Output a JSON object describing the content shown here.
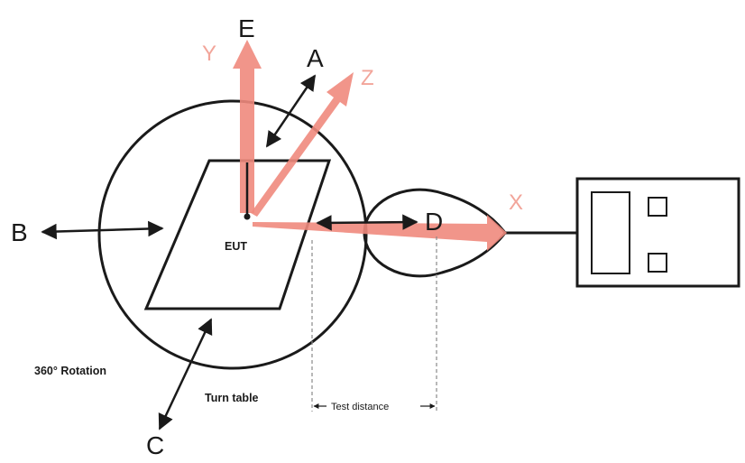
{
  "diagram": {
    "labels": {
      "a": "A",
      "b": "B",
      "c": "C",
      "d": "D",
      "e": "E",
      "x": "X",
      "y": "Y",
      "z": "Z",
      "eut": "EUT",
      "rotation": "360° Rotation",
      "turn_table": "Turn table",
      "test_distance": "Test distance"
    },
    "colors": {
      "stroke": "#1a1a1a",
      "axis_arrow": "#f08a7d",
      "axis_label": "#f2a59a",
      "dashed": "#8a8a8a"
    }
  }
}
